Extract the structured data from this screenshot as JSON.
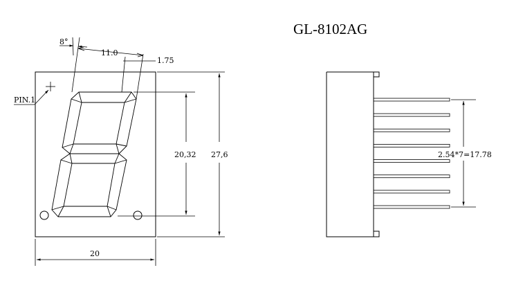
{
  "title": "GL-8102AG",
  "labels": {
    "angle": "8°",
    "segment_width": "11.0",
    "segment_thickness": "1.75",
    "pin1": "PIN.1",
    "digit_height": "20,32",
    "body_height": "27,6",
    "body_width": "20",
    "pin_pitch": "2.54*7=17.78"
  }
}
